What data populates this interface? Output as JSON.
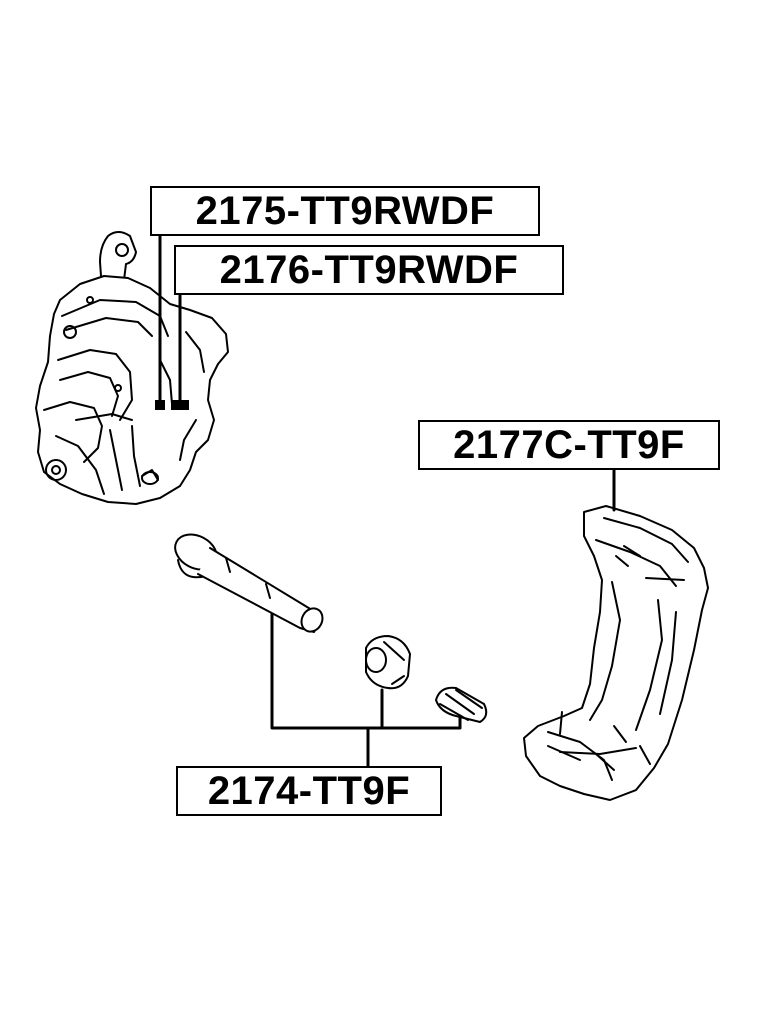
{
  "labels": {
    "part_2175": "2175-TT9RWDF",
    "part_2176": "2176-TT9RWDF",
    "part_2177": "2177C-TT9F",
    "part_2174": "2174-TT9F"
  },
  "colors": {
    "line": "#000000",
    "background": "#ffffff"
  }
}
